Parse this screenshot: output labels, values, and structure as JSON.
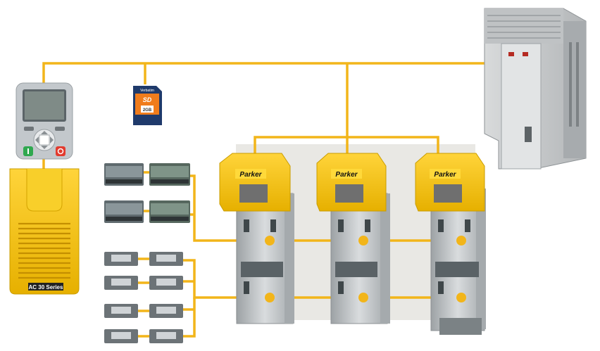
{
  "colors": {
    "bus": "#f2b51a",
    "yellow": "#f6c514",
    "yellow_dark": "#d7a600",
    "grey_panel": "#c8ccd0",
    "metal": "#bfc3c6",
    "metal_dark": "#8c9194",
    "green_button": "#2fa84f",
    "red_button": "#e23b2e",
    "sd_card": "#f07c1c",
    "backdrop": "#e9e8e4"
  },
  "logo": {
    "brand": "Parker",
    "series": "AC 30 Series"
  },
  "sd_card": {
    "brand": "Verbatim",
    "format": "SD",
    "capacity": "2GB"
  },
  "icons": {
    "start_button": "start-icon",
    "stop_button": "stop-icon",
    "navigation_pad": "nav-pad-icon"
  },
  "labels": {
    "drive_logos": [
      "Parker",
      "Parker",
      "Parker"
    ]
  }
}
